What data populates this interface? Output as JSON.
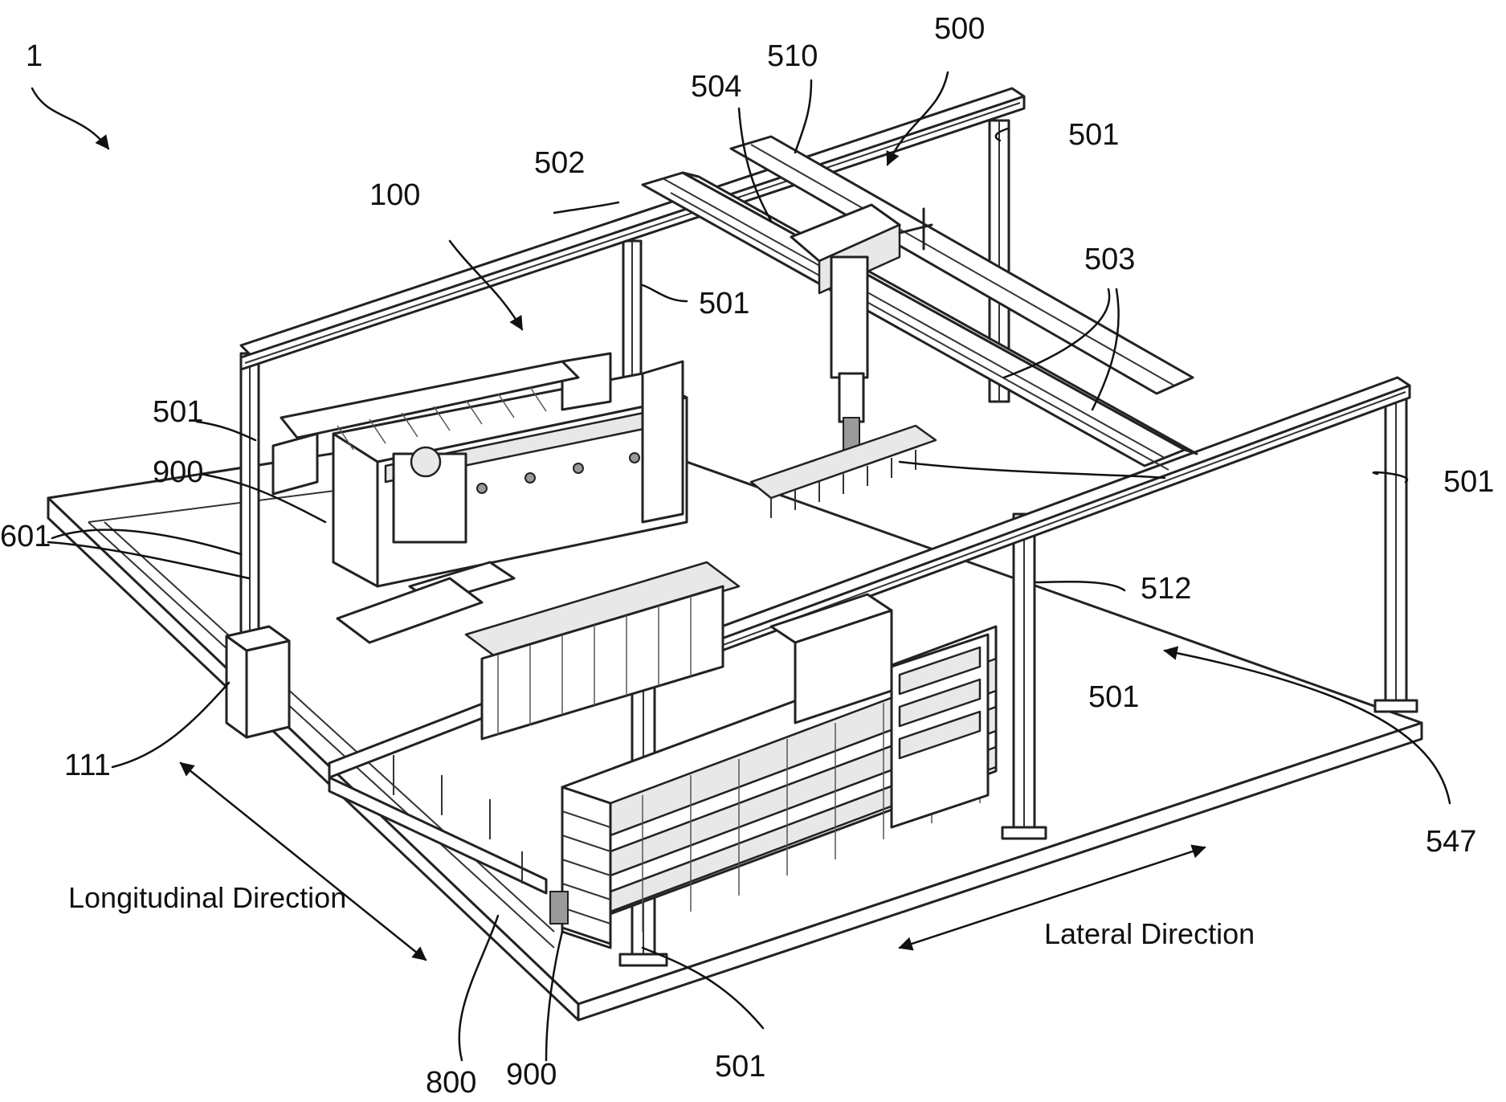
{
  "figure": {
    "system_ref": "1",
    "labels": {
      "r100": "100",
      "r500": "500",
      "r510": "510",
      "r504": "504",
      "r502": "502",
      "r501_top_right": "501",
      "r501_top_mid": "501",
      "r501_left": "501",
      "r501_right": "501",
      "r501_center": "501",
      "r501_bottom": "501",
      "r503": "503",
      "r512": "512",
      "r900_top": "900",
      "r601": "601",
      "r111": "111",
      "r547": "547",
      "r800": "800",
      "r900_bottom": "900"
    },
    "directions": {
      "longitudinal": "Longitudinal Direction",
      "lateral": "Lateral Direction"
    }
  }
}
